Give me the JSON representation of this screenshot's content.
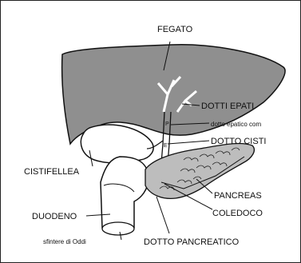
{
  "diagram": {
    "labels": {
      "fegato": "FEGATO",
      "dotti_epatici": "DOTTI EPATI",
      "dotto_epatico_comune": "dotto epatico com",
      "dotto_cistico": "DOTTO CISTI",
      "cistifellea": "CISTIFELLEA",
      "pancreas": "PANCREAS",
      "coledoco": "COLEDOCO",
      "duodeno": "DUODENO",
      "sfintere_oddi": "sfintere di Oddi",
      "dotto_pancreatico": "DOTTO PANCREATICO"
    },
    "colors": {
      "liver": "#8f8f8f",
      "outline": "#111111",
      "gallbladder": "#ffffff",
      "pancreas": "#bdbdbd"
    },
    "icons": {
      "liver": "liver-shape",
      "gallbladder": "gallbladder-shape",
      "pancreas": "pancreas-shape",
      "duodenum": "duodenum-shape"
    }
  }
}
